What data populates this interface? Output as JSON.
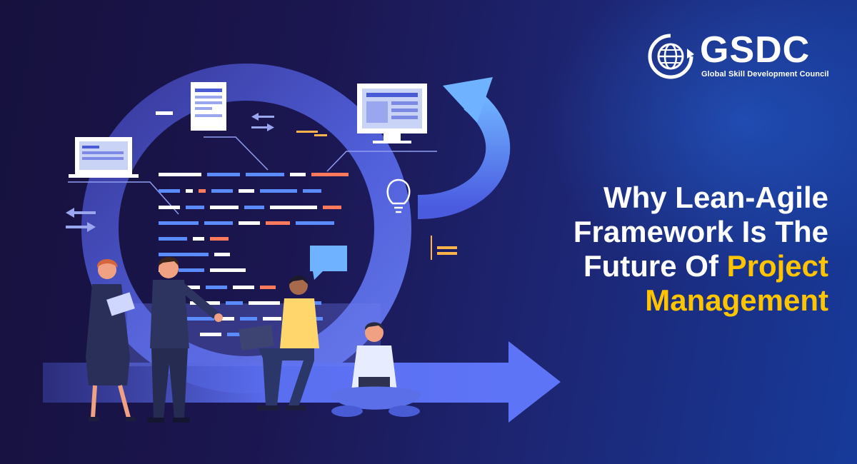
{
  "brand": {
    "name": "GSDC",
    "tagline": "Global Skill Development Council",
    "logo_icon": "globe-icon"
  },
  "headline": {
    "line1": "Why Lean-Agile",
    "line2": "Framework Is The",
    "line3_prefix": "Future Of ",
    "line3_accent": "Project",
    "line4": "Management"
  },
  "colors": {
    "background": "#1b1650",
    "accent_yellow": "#ffc400",
    "cycle_blue": "#5b6cf0",
    "text": "#ffffff"
  },
  "icons": [
    "laptop-icon",
    "document-icon",
    "monitor-icon",
    "lightbulb-icon",
    "speech-bubble-icon",
    "arrows-icon"
  ]
}
